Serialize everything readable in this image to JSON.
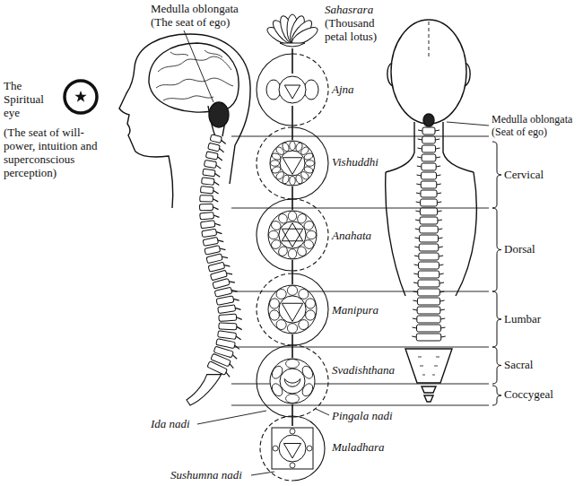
{
  "diagram": {
    "nodes": [
      {
        "text": [
          "Sahasrara",
          "(Thousand petal lotus)"
        ]
      },
      {
        "text": [
          "Ajna"
        ]
      },
      {
        "text": [
          "Vishuddhi"
        ]
      },
      {
        "text": [
          "Anahata"
        ]
      },
      {
        "text": [
          "Manipura"
        ]
      },
      {
        "text": [
          "Svadishthana"
        ]
      },
      {
        "text": [
          "Muladhara"
        ]
      }
    ],
    "edges": [
      {
        "from": 0,
        "to": 1,
        "arrow": "none"
      },
      {
        "from": 1,
        "to": 2,
        "arrow": "none"
      },
      {
        "from": 2,
        "to": 3,
        "arrow": "none"
      },
      {
        "from": 3,
        "to": 4,
        "arrow": "none"
      },
      {
        "from": 4,
        "to": 5,
        "arrow": "none"
      },
      {
        "from": 5,
        "to": 6,
        "arrow": "none"
      }
    ],
    "labels": [
      "Medulla oblongata (The seat of ego)",
      "The Spiritual eye",
      "(The seat of will-power, intuition and superconscious perception)",
      "Medulla oblongata (Seat of ego)",
      "Cervical",
      "Dorsal",
      "Lumbar",
      "Sacral",
      "Coccygeal",
      "Ida nadi",
      "Pingala nadi",
      "Sushumna nadi"
    ]
  }
}
